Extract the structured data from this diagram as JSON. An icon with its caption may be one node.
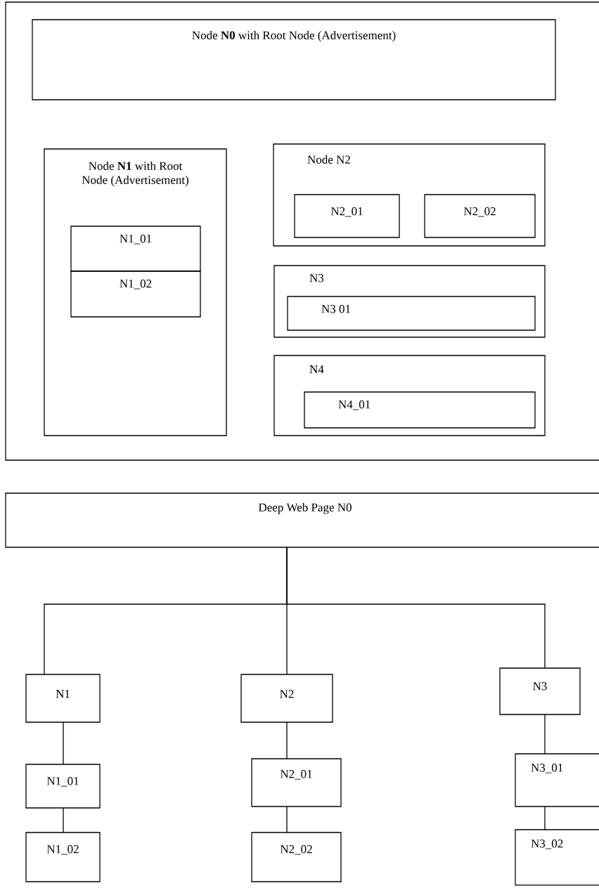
{
  "diagram": {
    "nodes": [
      {
        "text": [],
        "shape": "box"
      },
      {
        "text": [
          "Node **N0** with Root Node (Advertisement)"
        ],
        "in": 0
      },
      {
        "text": [
          "Node **N1** with Root Node (Advertisement)"
        ],
        "in": 0
      },
      {
        "text": [
          "N1_01"
        ],
        "in": 2
      },
      {
        "text": [
          "N1_02"
        ],
        "in": 2
      },
      {
        "text": [
          "Node N2"
        ],
        "in": 0
      },
      {
        "text": [
          "N2_01"
        ],
        "in": 5
      },
      {
        "text": [
          "N2_02"
        ],
        "in": 5
      },
      {
        "text": [
          "N3"
        ],
        "in": 0
      },
      {
        "text": [
          "N3 01"
        ],
        "in": 8
      },
      {
        "text": [
          "N4"
        ],
        "in": 0
      },
      {
        "text": [
          "N4_01"
        ],
        "in": 10
      },
      {
        "text": [
          "Deep Web Page N0"
        ]
      },
      {
        "text": [
          "N1"
        ]
      },
      {
        "text": [
          "N2"
        ]
      },
      {
        "text": [
          "N3"
        ]
      },
      {
        "text": [
          "N1_01"
        ]
      },
      {
        "text": [
          "N1_02"
        ]
      },
      {
        "text": [
          "N2_01"
        ]
      },
      {
        "text": [
          "N2_02"
        ]
      },
      {
        "text": [
          "N3_01"
        ]
      },
      {
        "text": [
          "N3_02"
        ]
      }
    ],
    "edges": [
      {
        "from": 12,
        "to": 13,
        "arrow": "none"
      },
      {
        "from": 12,
        "to": 14,
        "arrow": "none"
      },
      {
        "from": 12,
        "to": 15,
        "arrow": "none"
      },
      {
        "from": 13,
        "to": 16,
        "arrow": "none"
      },
      {
        "from": 16,
        "to": 17,
        "arrow": "none"
      },
      {
        "from": 14,
        "to": 18,
        "arrow": "none"
      },
      {
        "from": 18,
        "to": 19,
        "arrow": "none"
      },
      {
        "from": 15,
        "to": 20,
        "arrow": "none"
      },
      {
        "from": 20,
        "to": 21,
        "arrow": "none"
      }
    ]
  }
}
